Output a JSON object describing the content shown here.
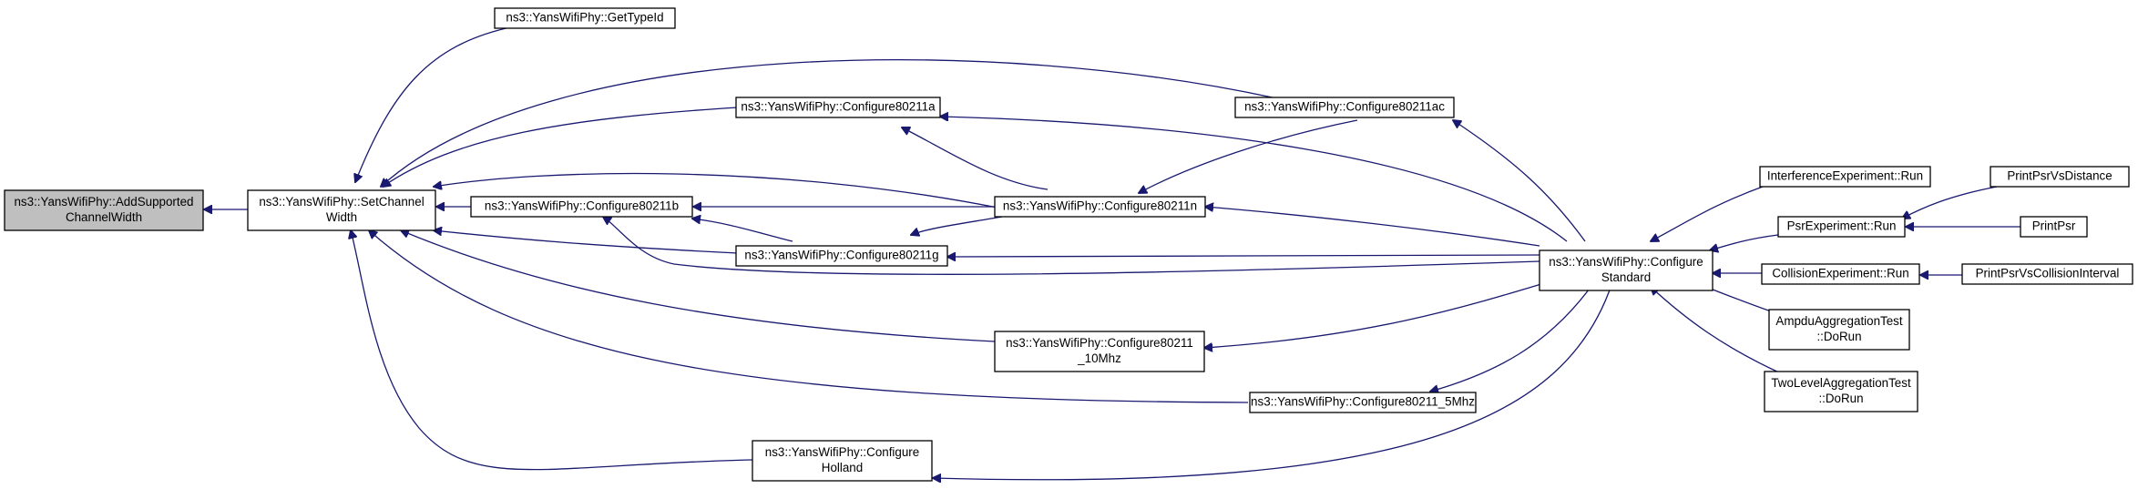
{
  "colors": {
    "edge": "#191970",
    "root_fill": "#bfbfbf",
    "node_fill": "#ffffff",
    "border": "#000000"
  },
  "nodes": {
    "add_supported_channel_width": [
      "ns3::YansWifiPhy::AddSupported",
      "ChannelWidth"
    ],
    "set_channel_width": [
      "ns3::YansWifiPhy::SetChannel",
      "Width"
    ],
    "get_type_id": [
      "ns3::YansWifiPhy::GetTypeId"
    ],
    "configure_80211a": [
      "ns3::YansWifiPhy::Configure80211a"
    ],
    "configure_80211b": [
      "ns3::YansWifiPhy::Configure80211b"
    ],
    "configure_80211g": [
      "ns3::YansWifiPhy::Configure80211g"
    ],
    "configure_80211_10mhz": [
      "ns3::YansWifiPhy::Configure80211",
      "_10Mhz"
    ],
    "configure_holland": [
      "ns3::YansWifiPhy::Configure",
      "Holland"
    ],
    "configure_80211ac": [
      "ns3::YansWifiPhy::Configure80211ac"
    ],
    "configure_80211n": [
      "ns3::YansWifiPhy::Configure80211n"
    ],
    "configure_80211_5mhz": [
      "ns3::YansWifiPhy::Configure80211_5Mhz"
    ],
    "configure_standard": [
      "ns3::YansWifiPhy::Configure",
      "Standard"
    ],
    "interference_experiment_run": [
      "InterferenceExperiment::Run"
    ],
    "psr_experiment_run": [
      "PsrExperiment::Run"
    ],
    "collision_experiment_run": [
      "CollisionExperiment::Run"
    ],
    "ampdu_aggregation_test_dorun": [
      "AmpduAggregationTest",
      "::DoRun"
    ],
    "two_level_aggregation_test_dorun": [
      "TwoLevelAggregationTest",
      "::DoRun"
    ],
    "print_psr_vs_distance": [
      "PrintPsrVsDistance"
    ],
    "print_psr": [
      "PrintPsr"
    ],
    "print_psr_vs_collision_interval": [
      "PrintPsrVsCollisionInterval"
    ]
  }
}
